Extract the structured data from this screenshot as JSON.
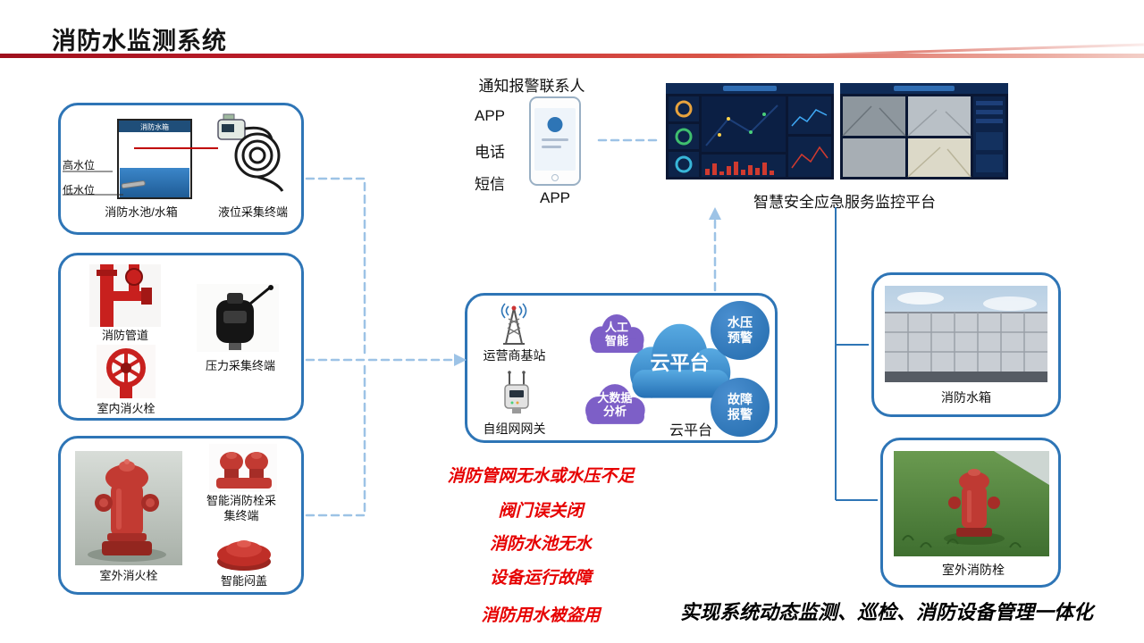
{
  "title": "消防水监测系统",
  "left_boxes": {
    "water": {
      "high_label": "高水位",
      "low_label": "低水位",
      "tank_title": "消防水箱",
      "tank_caption": "消防水池/水箱",
      "sensor_caption": "液位采集终端"
    },
    "pressure": {
      "pipe_caption": "消防管道",
      "terminal_caption": "压力采集终端",
      "indoor_caption": "室内消火栓"
    },
    "outdoor": {
      "hydrant_caption": "室外消火栓",
      "terminal_caption": "智能消防栓采集终端",
      "cover_caption": "智能闷盖"
    }
  },
  "notify": {
    "title": "通知报警联系人",
    "items": [
      "APP",
      "电话",
      "短信"
    ],
    "phone_caption": "APP"
  },
  "platform": {
    "caption": "智慧安全应急服务监控平台"
  },
  "cloud_box": {
    "station_caption": "运营商基站",
    "gateway_caption": "自组网网关",
    "ai_label": "人工\n智能",
    "bigdata_label": "大数据\n分析",
    "cloud_label": "云平台",
    "pressure_alert": "水压\n预警",
    "fault_alert": "故障\n报警",
    "caption": "云平台"
  },
  "right_boxes": {
    "tank_caption": "消防水箱",
    "hydrant_caption": "室外消防栓"
  },
  "warnings": [
    "消防管网无水或水压不足",
    "阀门误关闭",
    "消防水池无水",
    "设备运行故障",
    "消防用水被盗用"
  ],
  "footer": "实现系统动态监测、巡检、消防设备管理一体化",
  "colors": {
    "box_border": "#2E75B6",
    "dashed_line": "#9DC3E6",
    "warning_text": "#E60000",
    "accent_red": "#C00000",
    "cloud_purple": "#7D5FC7",
    "cloud_blue": "#2E75B6"
  }
}
